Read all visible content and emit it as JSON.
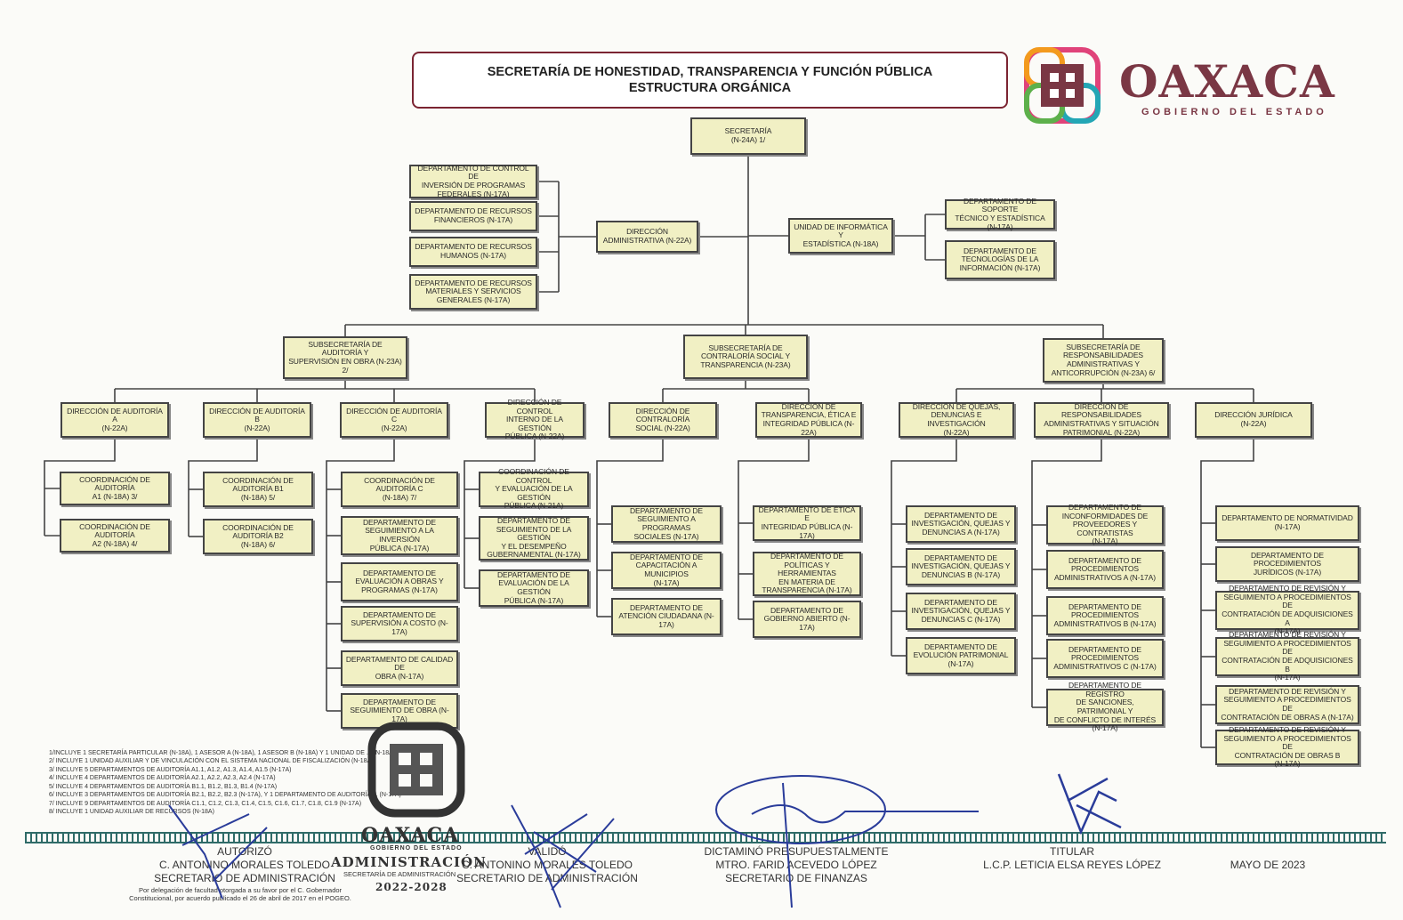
{
  "header": {
    "title_line1": "SECRETARÍA DE HONESTIDAD, TRANSPARENCIA Y FUNCIÓN PÚBLICA",
    "title_line2": "ESTRUCTURA ORGÁNICA",
    "logo_word": "OAXACA",
    "logo_sub": "GOBIERNO DEL ESTADO"
  },
  "org": {
    "secretaria": [
      "SECRETARÍA",
      "(N-24A) 1/"
    ],
    "dir_admin": [
      "DIRECCIÓN",
      "ADMINISTRATIVA (N-22A)"
    ],
    "admin_deps": [
      [
        "DEPARTAMENTO DE CONTROL DE",
        "INVERSIÓN DE PROGRAMAS",
        "FEDERALES (N-17A)"
      ],
      [
        "DEPARTAMENTO DE RECURSOS",
        "FINANCIEROS (N-17A)"
      ],
      [
        "DEPARTAMENTO DE RECURSOS",
        "HUMANOS (N-17A)"
      ],
      [
        "DEPARTAMENTO DE RECURSOS",
        "MATERIALES Y SERVICIOS",
        "GENERALES (N-17A)"
      ]
    ],
    "unidad_info": [
      "UNIDAD DE INFORMÁTICA Y",
      "ESTADÍSTICA (N-18A)"
    ],
    "info_deps": [
      [
        "DEPARTAMENTO DE SOPORTE",
        "TÉCNICO Y ESTADÍSTICA (N-17A)"
      ],
      [
        "DEPARTAMENTO DE",
        "TECNOLOGÍAS DE LA",
        "INFORMACIÓN (N-17A)"
      ]
    ],
    "sub1": [
      "SUBSECRETARÍA DE AUDITORÍA Y",
      "SUPERVISIÓN EN OBRA (N-23A) 2/"
    ],
    "sub2": [
      "SUBSECRETARÍA DE",
      "CONTRALORÍA SOCIAL Y",
      "TRANSPARENCIA (N-23A)"
    ],
    "sub3": [
      "SUBSECRETARÍA DE",
      "RESPONSABILIDADES",
      "ADMINISTRATIVAS Y",
      "ANTICORRUPCIÓN (N-23A) 6/"
    ],
    "dir_a": [
      "DIRECCIÓN DE AUDITORÍA A",
      "(N-22A)"
    ],
    "dir_b": [
      "DIRECCIÓN DE AUDITORÍA B",
      "(N-22A)"
    ],
    "dir_c": [
      "DIRECCIÓN DE AUDITORÍA C",
      "(N-22A)"
    ],
    "dir_ci": [
      "DIRECCIÓN DE CONTROL",
      "INTERNO DE LA GESTIÓN",
      "PÚBLICA (N-22A)"
    ],
    "dir_cs": [
      "DIRECCIÓN DE CONTRALORÍA",
      "SOCIAL (N-22A)"
    ],
    "dir_te": [
      "DIRECCIÓN DE",
      "TRANSPARENCIA, ÉTICA E",
      "INTEGRIDAD PÚBLICA (N-22A)"
    ],
    "dir_q": [
      "DIRECCIÓN DE QUEJAS,",
      "DENUNCIAS E INVESTIGACIÓN",
      "(N-22A)"
    ],
    "dir_r": [
      "DIRECCIÓN DE RESPONSABILIDADES",
      "ADMINISTRATIVAS Y SITUACIÓN",
      "PATRIMONIAL (N-22A)"
    ],
    "dir_j": [
      "DIRECCIÓN JURÍDICA",
      "(N-22A)"
    ],
    "col_a": [
      [
        "COORDINACIÓN DE AUDITORÍA",
        "A1 (N-18A) 3/"
      ],
      [
        "COORDINACIÓN DE AUDITORÍA",
        "A2 (N-18A) 4/"
      ]
    ],
    "col_b": [
      [
        "COORDINACIÓN DE",
        "AUDITORÍA B1",
        "(N-18A) 5/"
      ],
      [
        "COORDINACIÓN DE",
        "AUDITORÍA B2",
        "(N-18A) 6/"
      ]
    ],
    "col_c": [
      [
        "COORDINACIÓN DE AUDITORÍA C",
        "(N-18A) 7/"
      ],
      [
        "DEPARTAMENTO DE",
        "SEGUIMIENTO A LA INVERSIÓN",
        "PÚBLICA (N-17A)"
      ],
      [
        "DEPARTAMENTO DE",
        "EVALUACIÓN A OBRAS Y",
        "PROGRAMAS (N-17A)"
      ],
      [
        "DEPARTAMENTO DE",
        "SUPERVISIÓN A COSTO (N-17A)"
      ],
      [
        "DEPARTAMENTO DE CALIDAD DE",
        "OBRA (N-17A)"
      ],
      [
        "DEPARTAMENTO DE",
        "SEGUIMIENTO DE OBRA (N-17A)"
      ]
    ],
    "col_ci": [
      [
        "COORDINACIÓN DE CONTROL",
        "Y EVALUACIÓN DE LA GESTIÓN",
        "PÚBLICA (N-21A)"
      ],
      [
        "DEPARTAMENTO DE",
        "SEGUIMIENTO DE LA GESTIÓN",
        "Y EL DESEMPEÑO",
        "GUBERNAMENTAL (N-17A)"
      ],
      [
        "DEPARTAMENTO DE",
        "EVALUACIÓN DE LA GESTIÓN",
        "PÚBLICA (N-17A)"
      ]
    ],
    "col_cs": [
      [
        "DEPARTAMENTO DE",
        "SEGUIMIENTO A PROGRAMAS",
        "SOCIALES (N-17A)"
      ],
      [
        "DEPARTAMENTO DE",
        "CAPACITACIÓN A MUNICIPIOS",
        "(N-17A)"
      ],
      [
        "DEPARTAMENTO DE",
        "ATENCIÓN CIUDADANA (N-17A)"
      ]
    ],
    "col_te": [
      [
        "DEPARTAMENTO DE ÉTICA E",
        "INTEGRIDAD PÚBLICA (N-17A)"
      ],
      [
        "DEPARTAMENTO DE",
        "POLÍTICAS Y HERRAMIENTAS",
        "EN MATERIA DE",
        "TRANSPARENCIA (N-17A)"
      ],
      [
        "DEPARTAMENTO DE",
        "GOBIERNO ABIERTO (N-17A)"
      ]
    ],
    "col_q": [
      [
        "DEPARTAMENTO DE",
        "INVESTIGACIÓN, QUEJAS Y",
        "DENUNCIAS A (N-17A)"
      ],
      [
        "DEPARTAMENTO DE",
        "INVESTIGACIÓN, QUEJAS Y",
        "DENUNCIAS B (N-17A)"
      ],
      [
        "DEPARTAMENTO DE",
        "INVESTIGACIÓN, QUEJAS Y",
        "DENUNCIAS C (N-17A)"
      ],
      [
        "DEPARTAMENTO DE",
        "EVOLUCIÓN PATRIMONIAL",
        "(N-17A)"
      ]
    ],
    "col_r": [
      [
        "DEPARTAMENTO DE",
        "INCONFORMIDADES DE",
        "PROVEEDORES Y CONTRATISTAS",
        "(N-17A)"
      ],
      [
        "DEPARTAMENTO DE",
        "PROCEDIMIENTOS",
        "ADMINISTRATIVOS A (N-17A)"
      ],
      [
        "DEPARTAMENTO DE",
        "PROCEDIMIENTOS",
        "ADMINISTRATIVOS B (N-17A)"
      ],
      [
        "DEPARTAMENTO DE",
        "PROCEDIMIENTOS",
        "ADMINISTRATIVOS C (N-17A)"
      ],
      [
        "DEPARTAMENTO DE REGISTRO",
        "DE SANCIONES, PATRIMONIAL Y",
        "DE CONFLICTO DE INTERÉS",
        "(N-17A)"
      ]
    ],
    "col_j": [
      [
        "DEPARTAMENTO DE NORMATIVIDAD",
        "(N-17A)"
      ],
      [
        "DEPARTAMENTO DE PROCEDIMIENTOS",
        "JURÍDICOS (N-17A)"
      ],
      [
        "DEPARTAMENTO DE REVISIÓN Y",
        "SEGUIMIENTO A PROCEDIMIENTOS DE",
        "CONTRATACIÓN DE ADQUISICIONES A",
        "(N-17A)"
      ],
      [
        "DEPARTAMENTO DE REVISIÓN Y",
        "SEGUIMIENTO A PROCEDIMIENTOS DE",
        "CONTRATACIÓN DE ADQUISICIONES B",
        "(N-17A)"
      ],
      [
        "DEPARTAMENTO DE REVISIÓN Y",
        "SEGUIMIENTO A PROCEDIMIENTOS DE",
        "CONTRATACIÓN DE OBRAS A (N-17A)"
      ],
      [
        "DEPARTAMENTO DE REVISIÓN Y",
        "SEGUIMIENTO A PROCEDIMIENTOS DE",
        "CONTRATACIÓN DE OBRAS B",
        "(N-17A)"
      ]
    ]
  },
  "notes": [
    "1/INCLUYE 1 SECRETARÍA PARTICULAR (N-18A), 1 ASESOR A (N-18A), 1 ASESOR B (N-18A) Y 1 UNIDAD DE ... (N-18A)",
    "2/ INCLUYE 1 UNIDAD AUXILIAR Y DE VINCULACIÓN CON EL SISTEMA NACIONAL DE FISCALIZACIÓN (N-18A)",
    "3/ INCLUYE 5 DEPARTAMENTOS DE AUDITORÍA A1.1, A1.2, A1.3, A1.4, A1.5 (N-17A)",
    "4/ INCLUYE 4 DEPARTAMENTOS DE AUDITORÍA A2.1, A2.2, A2.3, A2.4 (N-17A)",
    "5/ INCLUYE 4 DEPARTAMENTOS DE AUDITORÍA B1.1, B1.2, B1.3, B1.4 (N-17A)",
    "6/ INCLUYE 3 DEPARTAMENTOS DE AUDITORÍA B2.1, B2.2, B2.3 (N-17A), Y 1 DEPARTAMENTO DE AUDITORÍA ... (N-17A)",
    "7/ INCLUYE 9 DEPARTAMENTOS DE AUDITORÍA C1.1, C1.2, C1.3, C1.4, C1.5, C1.6, C1.7, C1.8, C1.9 (N-17A)",
    "8/ INCLUYE 1 UNIDAD AUXILIAR DE RECURSOS (N-18A)"
  ],
  "signatures": {
    "autorizo": [
      "AUTORIZÓ",
      "C. ANTONINO MORALES TOLEDO",
      "SECRETARIO DE ADMINISTRACIÓN"
    ],
    "autorizo_note": [
      "Por delegación de facultad otorgada a su favor por el C. Gobernador",
      "Constitucional, por acuerdo publicado el 26 de abril de 2017 en el POGEO."
    ],
    "valido": [
      "VALIDÓ",
      "C. ANTONINO MORALES TOLEDO",
      "SECRETARIO DE ADMINISTRACIÓN"
    ],
    "dictamino": [
      "DICTAMINÓ PRESUPUESTALMENTE",
      "MTRO. FARID ACEVEDO LÓPEZ",
      "SECRETARIO DE FINANZAS"
    ],
    "titular": [
      "TITULAR",
      "L.C.P. LETICIA ELSA REYES LÓPEZ"
    ],
    "fecha": "MAYO DE 2023"
  },
  "stamp": {
    "word": "OAXACA",
    "sub": "GOBIERNO DEL ESTADO",
    "text": "ADMINISTRACIÓN",
    "small": "SECRETARÍA DE ADMINISTRACIÓN",
    "year": "2022-2028"
  },
  "colors": {
    "box_fill": "#f1f0c4",
    "brand": "#7a3744",
    "title_border": "#7b2432",
    "rule": "#2f6b68"
  }
}
